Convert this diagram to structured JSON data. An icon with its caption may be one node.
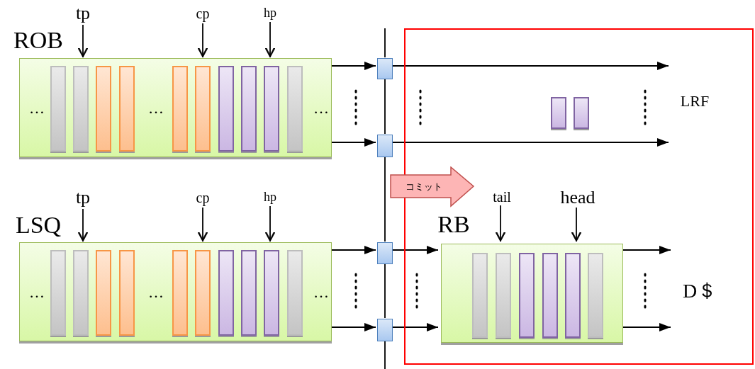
{
  "diagram": {
    "nodes": [
      {
        "text": [
          "ROB"
        ]
      },
      {
        "text": [],
        "shape": "bar",
        "in": 0
      },
      {
        "text": [],
        "shape": "bar",
        "in": 0
      },
      {
        "text": [],
        "shape": "bar",
        "in": 0
      },
      {
        "text": [],
        "shape": "bar",
        "in": 0
      },
      {
        "text": [],
        "shape": "bar",
        "in": 0
      },
      {
        "text": [],
        "shape": "bar",
        "in": 0
      },
      {
        "text": [],
        "shape": "bar",
        "in": 0
      },
      {
        "text": [],
        "shape": "bar",
        "in": 0
      },
      {
        "text": [],
        "shape": "bar",
        "in": 0
      },
      {
        "text": [],
        "shape": "bar",
        "in": 0
      },
      {
        "text": [
          "LSQ"
        ]
      },
      {
        "text": [],
        "shape": "bar",
        "in": 11
      },
      {
        "text": [],
        "shape": "bar",
        "in": 11
      },
      {
        "text": [],
        "shape": "bar",
        "in": 11
      },
      {
        "text": [],
        "shape": "bar",
        "in": 11
      },
      {
        "text": [],
        "shape": "bar",
        "in": 11
      },
      {
        "text": [],
        "shape": "bar",
        "in": 11
      },
      {
        "text": [],
        "shape": "bar",
        "in": 11
      },
      {
        "text": [],
        "shape": "bar",
        "in": 11
      },
      {
        "text": [],
        "shape": "bar",
        "in": 11
      },
      {
        "text": [],
        "shape": "bar",
        "in": 11
      },
      {
        "text": [],
        "shape": "box"
      },
      {
        "text": [],
        "shape": "box"
      },
      {
        "text": [],
        "shape": "box"
      },
      {
        "text": [],
        "shape": "box"
      },
      {
        "text": [],
        "shape": "box"
      },
      {
        "text": [
          "LRF"
        ],
        "in": 26
      },
      {
        "text": [],
        "shape": "bar",
        "in": 26
      },
      {
        "text": [],
        "shape": "bar",
        "in": 26
      },
      {
        "text": [
          "RB"
        ],
        "in": 26
      },
      {
        "text": [],
        "shape": "bar",
        "in": 30
      },
      {
        "text": [],
        "shape": "bar",
        "in": 30
      },
      {
        "text": [],
        "shape": "bar",
        "in": 30
      },
      {
        "text": [],
        "shape": "bar",
        "in": 30
      },
      {
        "text": [],
        "shape": "bar",
        "in": 30
      },
      {
        "text": [],
        "shape": "bar",
        "in": 30
      },
      {
        "text": [
          "D＄"
        ],
        "in": 26
      },
      {
        "text": [
          "コミット"
        ]
      },
      {
        "text": [
          "tp"
        ]
      },
      {
        "text": [
          "cp"
        ]
      },
      {
        "text": [
          "hp"
        ]
      },
      {
        "text": [
          "tp"
        ]
      },
      {
        "text": [
          "cp"
        ]
      },
      {
        "text": [
          "hp"
        ]
      },
      {
        "text": [
          "tail"
        ],
        "in": 26
      },
      {
        "text": [
          "head"
        ],
        "in": 26
      }
    ],
    "edges": [
      {
        "from": 0,
        "to": 22,
        "arrow": "to"
      },
      {
        "from": 0,
        "to": 23,
        "arrow": "to"
      },
      {
        "from": 11,
        "to": 24,
        "arrow": "to"
      },
      {
        "from": 11,
        "to": 25,
        "arrow": "to"
      },
      {
        "from": 22,
        "to": 27,
        "arrow": "to"
      },
      {
        "from": 23,
        "to": 27,
        "arrow": "to"
      },
      {
        "from": 24,
        "to": 30,
        "arrow": "to"
      },
      {
        "from": 25,
        "to": 30,
        "arrow": "to"
      },
      {
        "from": 30,
        "to": 37,
        "arrow": "to"
      },
      {
        "from": 30,
        "to": 37,
        "arrow": "to"
      },
      {
        "from": null,
        "to": 22,
        "arrow": "none"
      },
      {
        "from": 22,
        "to": 23,
        "arrow": "none"
      },
      {
        "from": 23,
        "to": 24,
        "arrow": "none"
      },
      {
        "from": 24,
        "to": 25,
        "arrow": "none"
      },
      {
        "from": 25,
        "to": null,
        "arrow": "none"
      },
      {
        "from": 39,
        "to": 0,
        "arrow": "to"
      },
      {
        "from": 40,
        "to": 0,
        "arrow": "to"
      },
      {
        "from": 41,
        "to": 0,
        "arrow": "to"
      },
      {
        "from": 42,
        "to": 11,
        "arrow": "to"
      },
      {
        "from": 43,
        "to": 11,
        "arrow": "to"
      },
      {
        "from": 44,
        "to": 11,
        "arrow": "to"
      },
      {
        "from": 45,
        "to": 30,
        "arrow": "to"
      },
      {
        "from": 46,
        "to": 30,
        "arrow": "to"
      }
    ],
    "labels": [
      "…",
      "…",
      "…",
      "…",
      "…",
      "…"
    ]
  }
}
